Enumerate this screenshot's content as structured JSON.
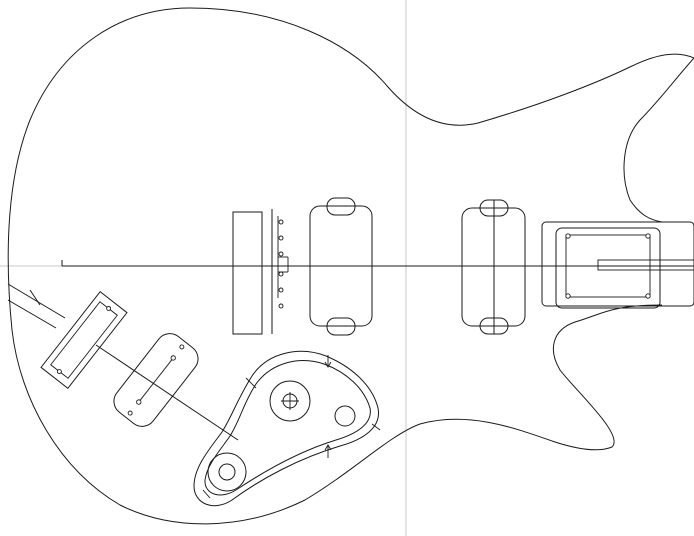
{
  "drawing": {
    "kind": "guitar-body-cad-outline",
    "stroke_color": "#1a1a1a",
    "guide_color": "#c8c8c8",
    "background": "#ffffff",
    "components": [
      "body-outline",
      "centerline",
      "neck-pickup",
      "bridge-pickup",
      "tune-o-matic-bridge",
      "stop-tailpiece",
      "neck-pocket",
      "pickup-selector",
      "output-jack-plate",
      "control-cavity",
      "knob-holes"
    ]
  }
}
